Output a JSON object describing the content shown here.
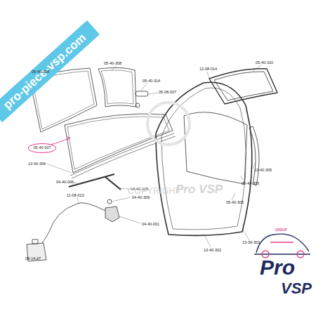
{
  "diagram": {
    "nodes": [
      {
        "text": [
          "05-40-307"
        ]
      }
    ],
    "labels": [
      "pro-piece-vsp.com",
      "05-40-308",
      "05-40-308",
      "05-40-314",
      "05-08-007",
      "12-08-014",
      "05-40-310",
      "13-40-306",
      "04-40-006",
      "04-40-005",
      "04-40-309",
      "04-40-001",
      "11-08-013",
      "08-14-17",
      "13-40-305",
      "05-40-306",
      "05-40-305",
      "13-40-302",
      "13-39-303",
      "COPYRIGHT",
      "Pro VSP",
      "GROUP",
      "Pro",
      "VSP"
    ]
  }
}
